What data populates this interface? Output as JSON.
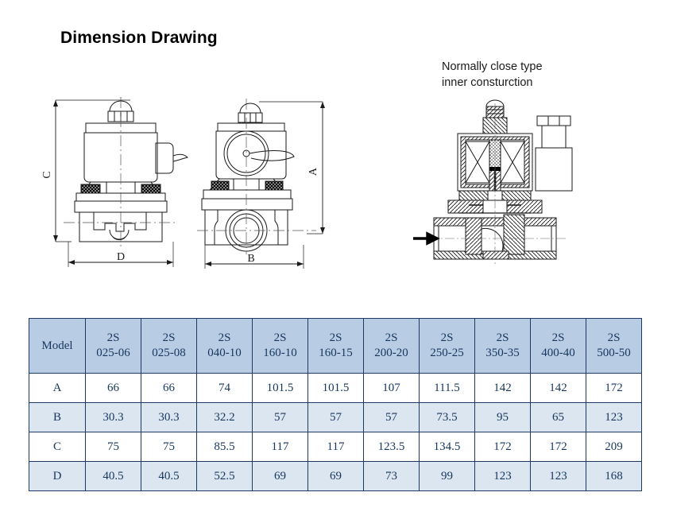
{
  "page": {
    "title": "Dimension Drawing"
  },
  "cutaway": {
    "caption": "Normally close type\ninner consturction",
    "flow_arrow": "flow-direction-arrow"
  },
  "drawings": {
    "front_view": {
      "name": "solenoid-valve-front-view",
      "dimension_labels": {
        "vertical": "C",
        "horizontal": "D"
      }
    },
    "side_view": {
      "name": "solenoid-valve-side-view",
      "dimension_labels": {
        "vertical": "A",
        "horizontal": "B"
      }
    },
    "cutaway_view": {
      "name": "solenoid-valve-cutaway-view"
    }
  },
  "colors": {
    "header_fill": "#b8cce4",
    "row_shaded_fill": "#dce6f1",
    "row_plain_fill": "#ffffff",
    "border": "#1f3864",
    "text": "#17365d"
  },
  "spec_table": {
    "label_header": "Model",
    "models": [
      {
        "line1": "2S",
        "line2": "025-06"
      },
      {
        "line1": "2S",
        "line2": "025-08"
      },
      {
        "line1": "2S",
        "line2": "040-10"
      },
      {
        "line1": "2S",
        "line2": "160-10"
      },
      {
        "line1": "2S",
        "line2": "160-15"
      },
      {
        "line1": "2S",
        "line2": "200-20"
      },
      {
        "line1": "2S",
        "line2": "250-25"
      },
      {
        "line1": "2S",
        "line2": "350-35"
      },
      {
        "line1": "2S",
        "line2": "400-40"
      },
      {
        "line1": "2S",
        "line2": "500-50"
      }
    ],
    "rows": [
      {
        "label": "A",
        "shaded": false,
        "values": [
          "66",
          "66",
          "74",
          "101.5",
          "101.5",
          "107",
          "111.5",
          "142",
          "142",
          "172"
        ]
      },
      {
        "label": "B",
        "shaded": true,
        "values": [
          "30.3",
          "30.3",
          "32.2",
          "57",
          "57",
          "57",
          "73.5",
          "95",
          "65",
          "123"
        ]
      },
      {
        "label": "C",
        "shaded": false,
        "values": [
          "75",
          "75",
          "85.5",
          "117",
          "117",
          "123.5",
          "134.5",
          "172",
          "172",
          "209"
        ]
      },
      {
        "label": "D",
        "shaded": true,
        "values": [
          "40.5",
          "40.5",
          "52.5",
          "69",
          "69",
          "73",
          "99",
          "123",
          "123",
          "168"
        ]
      }
    ]
  }
}
